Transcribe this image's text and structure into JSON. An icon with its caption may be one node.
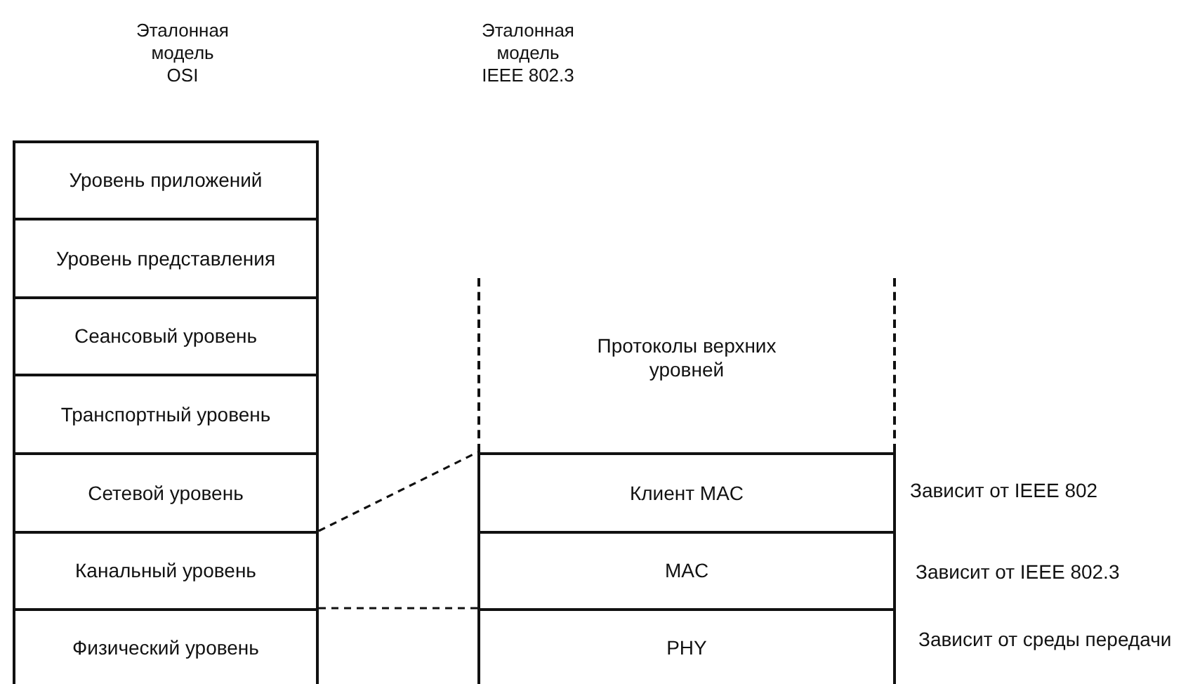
{
  "diagram": {
    "nodes": [
      {
        "text": [
          "Уровень приложений"
        ]
      },
      {
        "text": [
          "Уровень представления"
        ]
      },
      {
        "text": [
          "Сеансовый уровень"
        ]
      },
      {
        "text": [
          "Транспортный уровень"
        ]
      },
      {
        "text": [
          "Сетевой уровень"
        ]
      },
      {
        "text": [
          "Канальный уровень"
        ]
      },
      {
        "text": [
          "Физический уровень"
        ]
      },
      {
        "text": [
          "Протоколы верхних уровней"
        ]
      },
      {
        "text": [
          "Клиент MAC"
        ],
        "beside": [
          "Зависит от IEEE 802"
        ]
      },
      {
        "text": [
          "MAC"
        ],
        "beside": [
          "Зависит от IEEE 802.3"
        ]
      },
      {
        "text": [
          "PHY"
        ],
        "beside": [
          "Зависит от среды передачи"
        ]
      }
    ],
    "edges": [
      {
        "from": 5,
        "to": 8,
        "arrow": "none",
        "style": "dashed"
      },
      {
        "from": 6,
        "to": 10,
        "arrow": "none",
        "style": "dashed"
      }
    ],
    "labels": [
      "Эталонная модель OSI",
      "Эталонная модель IEEE 802.3"
    ]
  }
}
